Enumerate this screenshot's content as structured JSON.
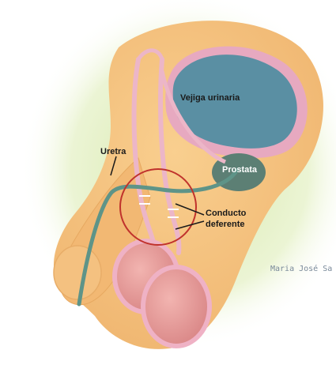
{
  "labels": {
    "bladder": "Vejiga urinaria",
    "prostate": "Prostata",
    "urethra": "Uretra",
    "vas_deferens_line1": "Conducto",
    "vas_deferens_line2": "deferente"
  },
  "credit": "Maria José Sa",
  "colors": {
    "halo": "#dfeeb8",
    "body": "#f6c27e",
    "bladder": "#5a8fa3",
    "bladder_wall": "#e7a9c0",
    "prostate": "#5c7f74",
    "urethra": "#5e9488",
    "testis": "#e39a9a",
    "circle": "#c0322c"
  }
}
